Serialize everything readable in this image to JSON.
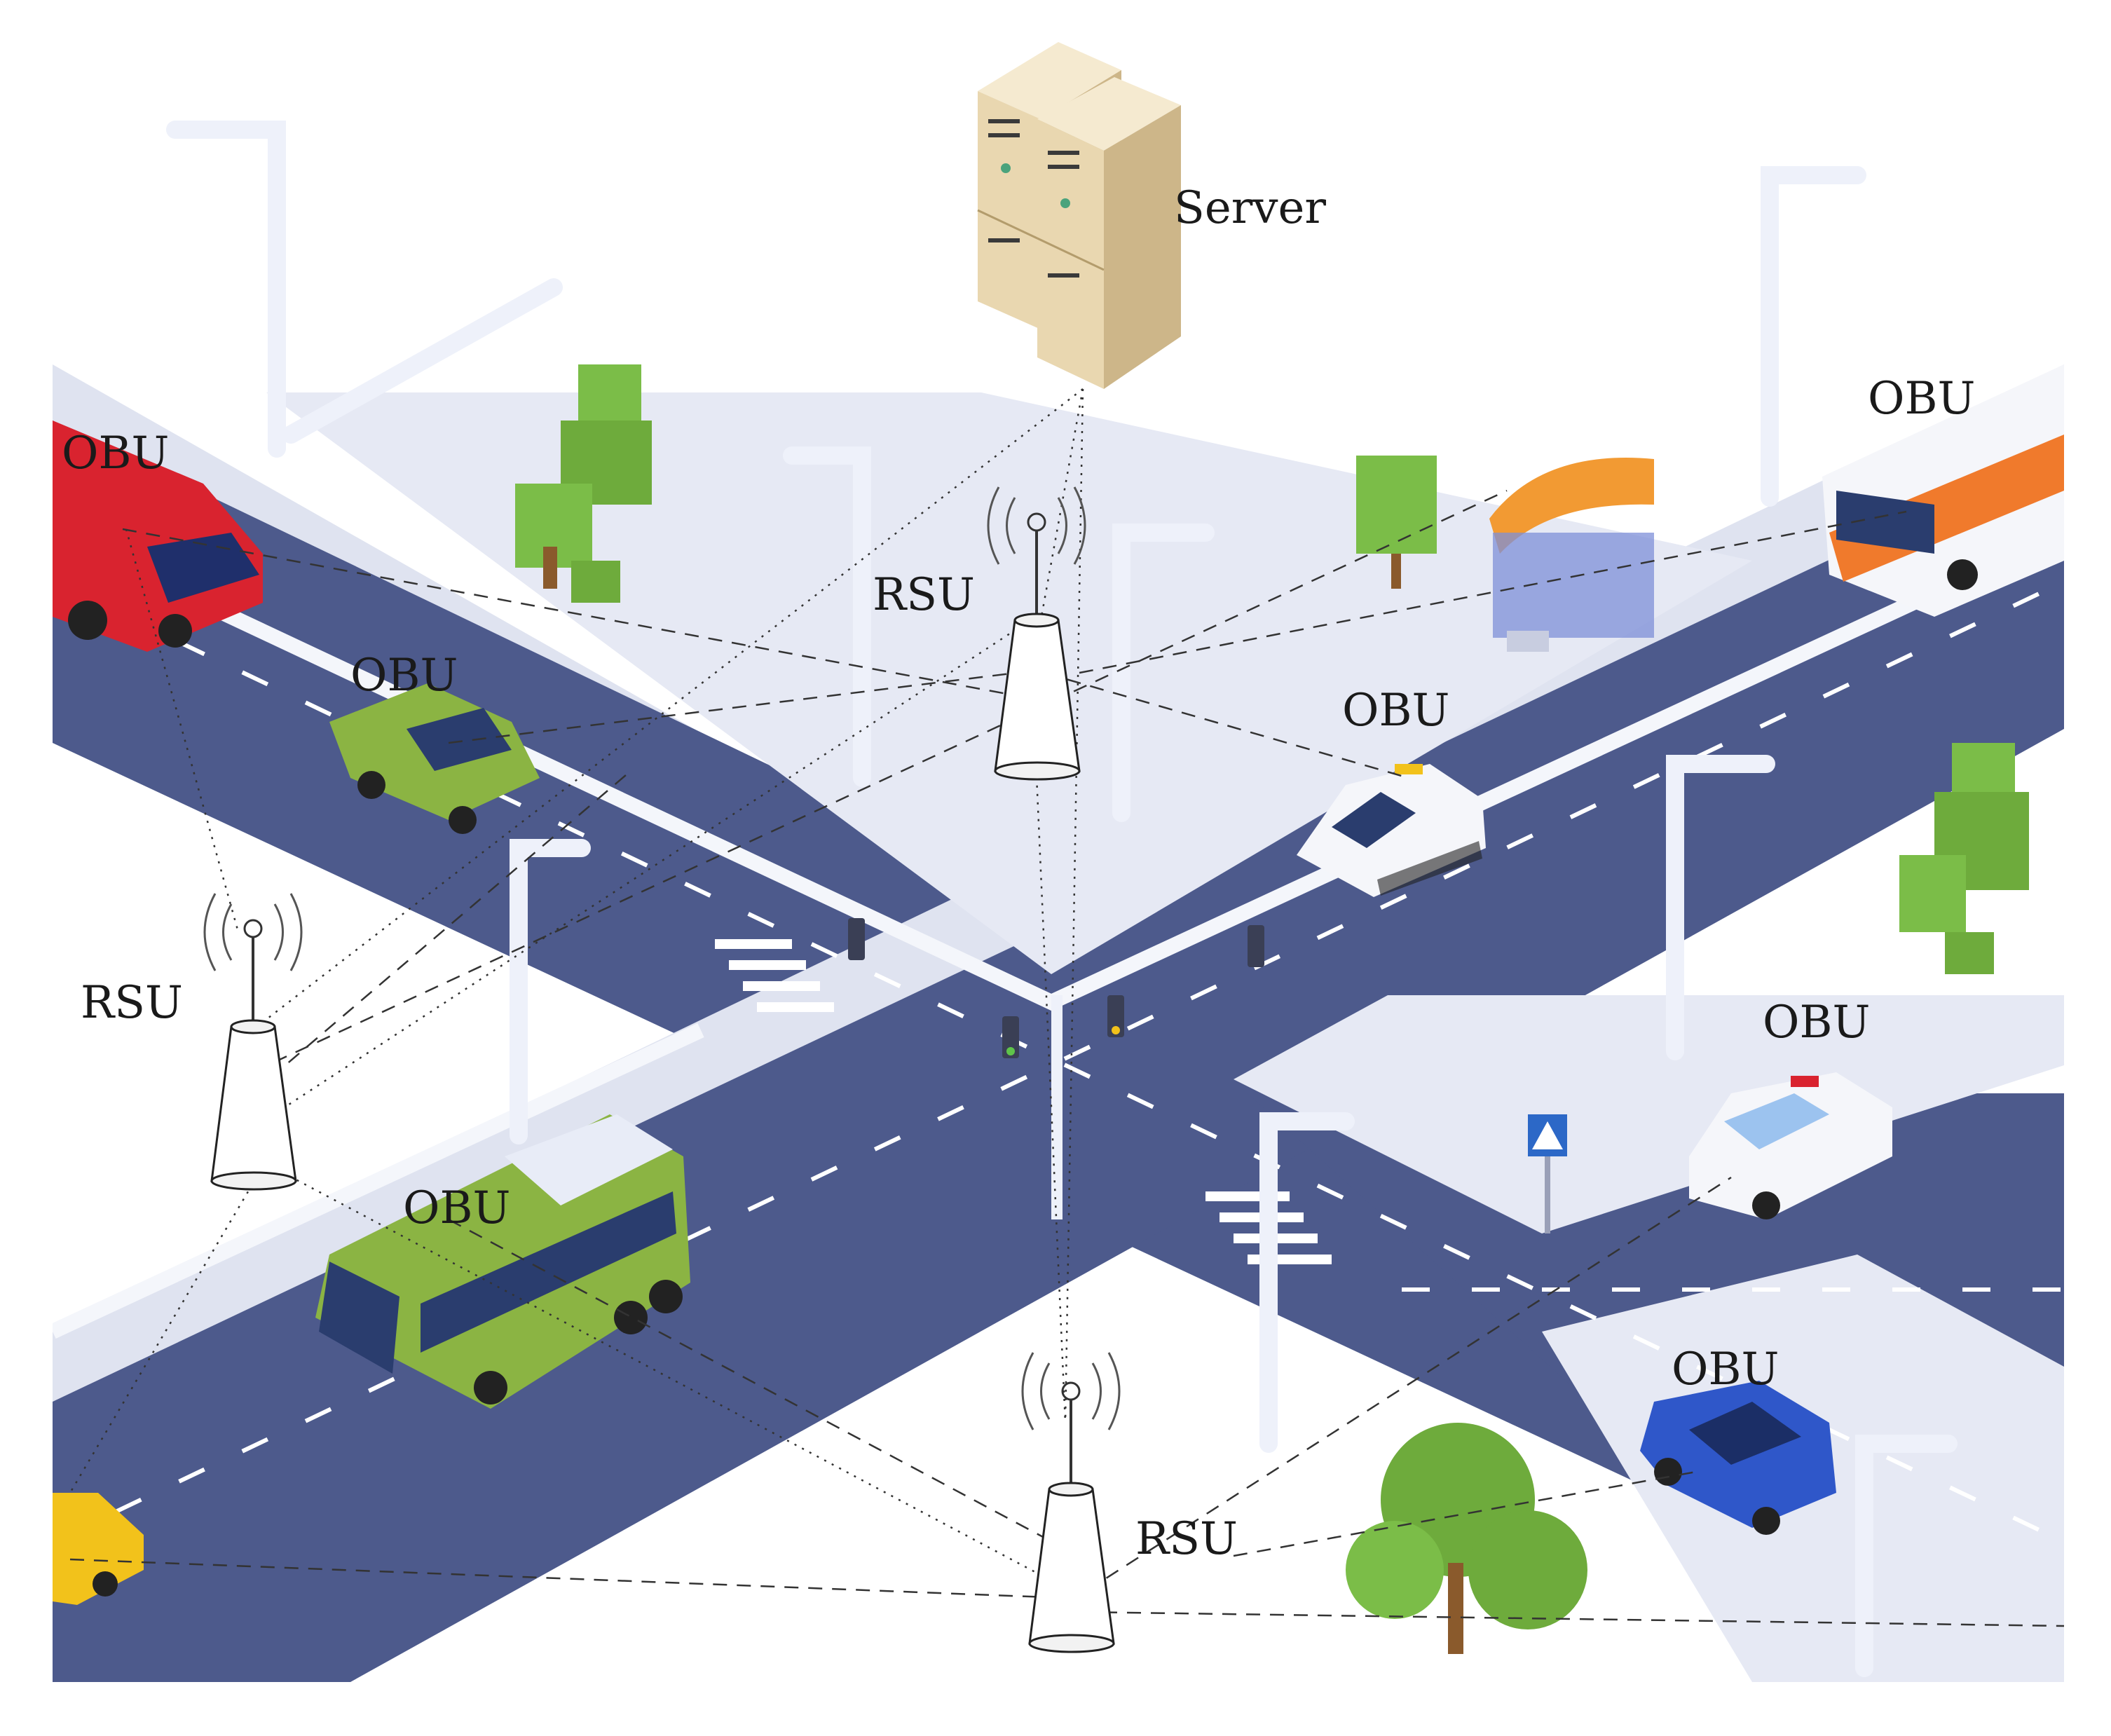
{
  "labels": {
    "server": "Server",
    "rsu_top": "RSU",
    "rsu_left": "RSU",
    "rsu_bottom": "RSU",
    "obu_fire_truck": "OBU",
    "obu_green_car": "OBU",
    "obu_white_car": "OBU",
    "obu_bus_right": "OBU",
    "obu_green_bus": "OBU",
    "obu_police_car": "OBU",
    "obu_blue_car": "OBU"
  },
  "colors": {
    "road": "#4d5a8c",
    "sidewalk": "#dfe3f0",
    "curb": "#f4f6fb",
    "lane_mark": "#ffffff",
    "server": "#e9d7b0",
    "fire_truck": "#d9232f",
    "green_vehicle": "#8bb443",
    "bus_orange": "#f07a2c",
    "blue_car": "#2f57c9",
    "taxi": "#f2c21b",
    "tree": "#6eab3c",
    "link_line": "#333333"
  }
}
